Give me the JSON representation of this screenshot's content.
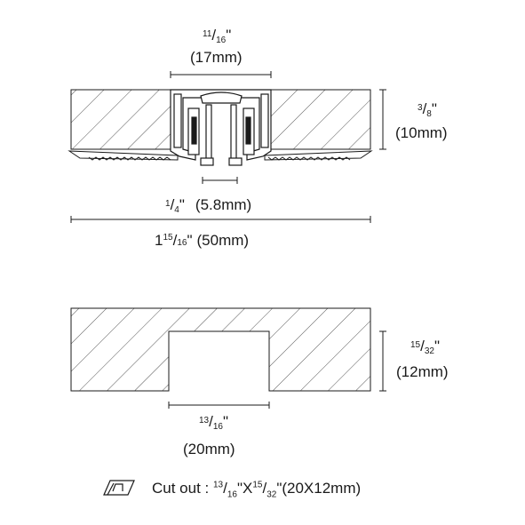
{
  "top_profile": {
    "opening_width": {
      "num": "11",
      "den": "16",
      "inch": "\"",
      "metric": "(17mm)"
    },
    "depth": {
      "num": "3",
      "den": "8",
      "inch": "\"",
      "metric": "(10mm)"
    },
    "slot_width": {
      "num": "1",
      "den": "4",
      "inch": "\"",
      "metric": "(5.8mm)"
    },
    "overall_width": {
      "whole": "1",
      "num": "15",
      "den": "16",
      "inch": "\"",
      "metric": "(50mm)"
    }
  },
  "cutout": {
    "depth": {
      "num": "15",
      "den": "32",
      "inch": "\"",
      "metric": "(12mm)"
    },
    "width": {
      "num": "13",
      "den": "16",
      "inch": "\"",
      "metric": "(20mm)"
    }
  },
  "caption": {
    "prefix": "Cut out : ",
    "w_num": "13",
    "w_den": "16",
    "x": "\"X",
    "d_num": "15",
    "d_den": "32",
    "suffix": "\"(20X12mm)"
  },
  "colors": {
    "line": "#1a1a1a",
    "hatch": "#555555"
  }
}
